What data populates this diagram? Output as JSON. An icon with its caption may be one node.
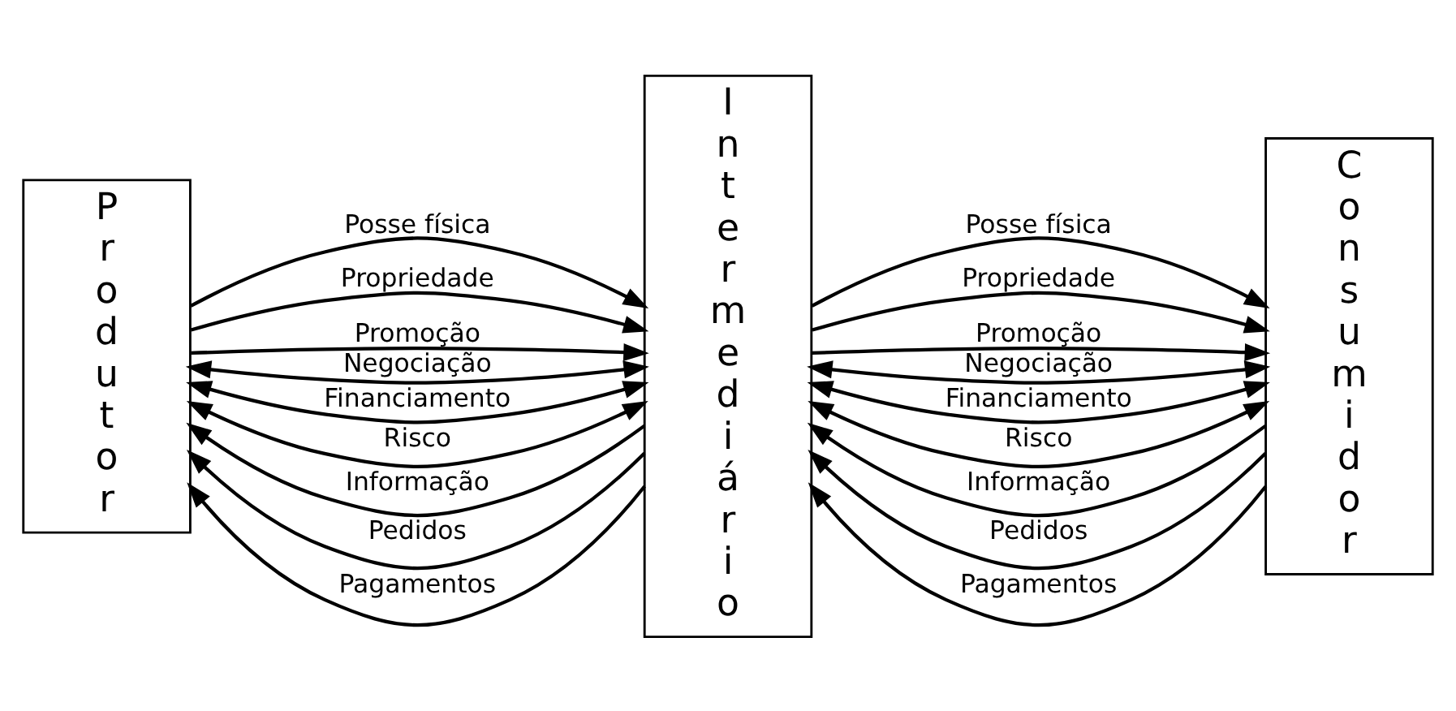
{
  "diagram": {
    "nodes": [
      {
        "text": [
          "Produtor"
        ]
      },
      {
        "text": [
          "Intermediário"
        ]
      },
      {
        "text": [
          "Consumidor"
        ]
      }
    ],
    "edges": [
      {
        "from": 0,
        "to": 1,
        "arrow": "to",
        "label": "Posse física"
      },
      {
        "from": 0,
        "to": 1,
        "arrow": "to",
        "label": "Propriedade"
      },
      {
        "from": 0,
        "to": 1,
        "arrow": "to",
        "label": "Promoção"
      },
      {
        "from": 0,
        "to": 1,
        "arrow": "both",
        "label": "Negociação"
      },
      {
        "from": 0,
        "to": 1,
        "arrow": "both",
        "label": "Financiamento"
      },
      {
        "from": 0,
        "to": 1,
        "arrow": "both",
        "label": "Risco"
      },
      {
        "from": 1,
        "to": 0,
        "arrow": "to",
        "label": "Informação"
      },
      {
        "from": 1,
        "to": 0,
        "arrow": "to",
        "label": "Pedidos"
      },
      {
        "from": 1,
        "to": 0,
        "arrow": "to",
        "label": "Pagamentos"
      },
      {
        "from": 1,
        "to": 2,
        "arrow": "to",
        "label": "Posse física"
      },
      {
        "from": 1,
        "to": 2,
        "arrow": "to",
        "label": "Propriedade"
      },
      {
        "from": 1,
        "to": 2,
        "arrow": "to",
        "label": "Promoção"
      },
      {
        "from": 1,
        "to": 2,
        "arrow": "both",
        "label": "Negociação"
      },
      {
        "from": 1,
        "to": 2,
        "arrow": "both",
        "label": "Financiamento"
      },
      {
        "from": 1,
        "to": 2,
        "arrow": "both",
        "label": "Risco"
      },
      {
        "from": 2,
        "to": 1,
        "arrow": "to",
        "label": "Informação"
      },
      {
        "from": 2,
        "to": 1,
        "arrow": "to",
        "label": "Pedidos"
      },
      {
        "from": 2,
        "to": 1,
        "arrow": "to",
        "label": "Pagamentos"
      }
    ]
  }
}
